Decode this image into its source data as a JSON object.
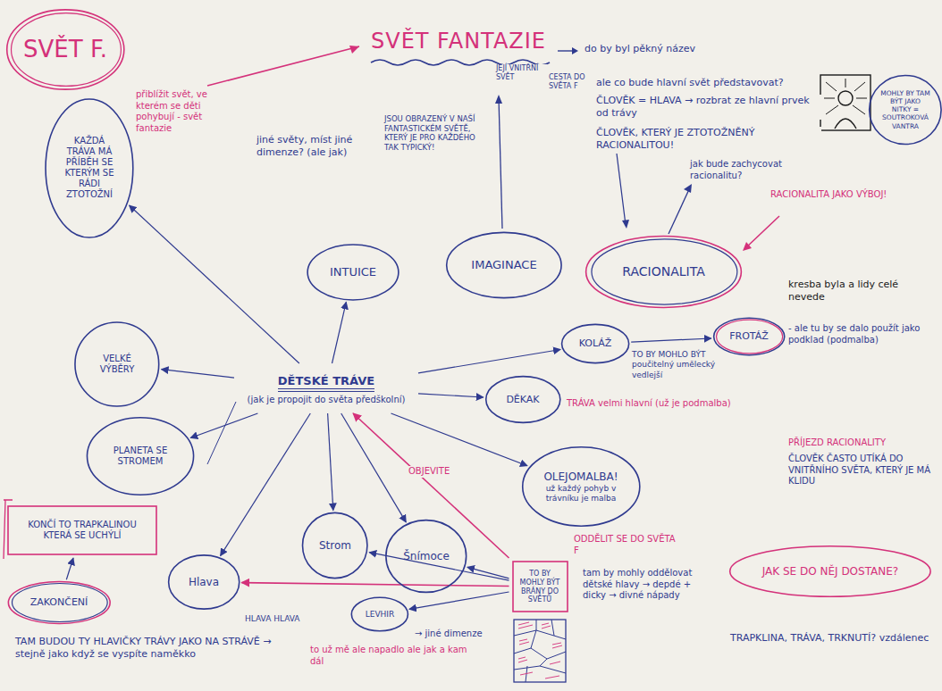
{
  "diagram": {
    "title": "SVĚT FANTAZIE",
    "nodes": [
      {
        "text": [
          "SVĚT F."
        ]
      },
      {
        "text": [
          "KAŽDÁ TRÁVA MÁ PŘÍBĚH SE KTERÝM SE RÁDI ZTOTOŽNÍ"
        ]
      },
      {
        "text": [
          "INTUICE"
        ]
      },
      {
        "text": [
          "IMAGINACE"
        ]
      },
      {
        "text": [
          "RACIONALITA"
        ]
      },
      {
        "text": [
          "VELKÉ VÝBĚRY"
        ]
      },
      {
        "text": [
          "PLANETA SE STROMEM"
        ]
      },
      {
        "text": [
          "DĚTSKÉ TRÁVE",
          "(jak je propojit do světa předškolní)"
        ]
      },
      {
        "text": [
          "KOLÁŽ"
        ]
      },
      {
        "text": [
          "FROTÁŽ"
        ]
      },
      {
        "text": [
          "DĚKAK"
        ]
      },
      {
        "text": [
          "OLEJOMALBA!",
          "už každý pohyb v trávníku je malba"
        ]
      },
      {
        "text": [
          "Hlava"
        ]
      },
      {
        "text": [
          "Strom"
        ]
      },
      {
        "text": [
          "Šnímoce"
        ]
      },
      {
        "text": [
          "LEVHIR"
        ]
      },
      {
        "text": [
          "ZAKONČENÍ"
        ]
      },
      {
        "text": [
          "KONČÍ TO TRAPKALINOU KTERÁ SE UCHÝLÍ"
        ]
      },
      {
        "text": [
          "TO BY MOHLY BÝT BRÁNY DO SVĚTŮ"
        ]
      },
      {
        "text": [
          "JAK SE DO NĚJ DOSTANE?"
        ]
      },
      {
        "text": [
          "MOHLY BY TAM BÝT JAKO NITKY = SOUTROKOVÁ VANTRA"
        ]
      }
    ],
    "edges": [
      {
        "from": 7,
        "to": 1,
        "arrow": "to"
      },
      {
        "from": 7,
        "to": 5,
        "arrow": "to"
      },
      {
        "from": 7,
        "to": 6,
        "arrow": "to"
      },
      {
        "from": 7,
        "to": 2,
        "arrow": "to"
      },
      {
        "from": 7,
        "to": 8,
        "arrow": "to"
      },
      {
        "from": 7,
        "to": 10,
        "arrow": "to"
      },
      {
        "from": 7,
        "to": 11,
        "arrow": "to"
      },
      {
        "from": 7,
        "to": 12,
        "arrow": "to"
      },
      {
        "from": 7,
        "to": 13,
        "arrow": "to"
      },
      {
        "from": 7,
        "to": 14,
        "arrow": "to"
      },
      {
        "from": 16,
        "to": 17,
        "arrow": "to"
      },
      {
        "from": 8,
        "to": 9,
        "arrow": "to"
      },
      {
        "from": 18,
        "to": 12,
        "arrow": "to"
      },
      {
        "from": 18,
        "to": 13,
        "arrow": "to"
      },
      {
        "from": 18,
        "to": 14,
        "arrow": "to"
      },
      {
        "from": 18,
        "to": 7,
        "arrow": "to"
      },
      {
        "from": 18,
        "to": 15,
        "arrow": "to"
      }
    ],
    "labels": [
      "přiblížit svět, ve kterém se děti pohybují - svět fantazie",
      "do by byl pěkný název",
      "jiné světy, míst jiné dimenze? (ale jak)",
      "JSOU OBRAZENÝ V NAŠÍ FANTASTICKÉM SVĚTĚ, KTERÝ JE PRO KAŽDÉHO TAK TYPICKÝ!",
      "JEJÍ VNITŘNÍ SVĚT",
      "CESTA DO SVĚTA F",
      "ale co bude hlavní svět představovat?",
      "ČLOVĚK = HLAVA → rozbrat ze hlavní prvek od trávy",
      "ČLOVĚK, KTERÝ JE ZTOTOŽNĚNÝ RACIONALITOU!",
      "jak bude zachycovat racionalitu?",
      "RACIONALITA JAKO VÝBOJ!",
      "kresba byla a lidy celé nevede",
      "TO BY MOHLO BÝT poučitelný umělecký vedlejší",
      "- ale tu by se dalo použít jako podklad (podmalba)",
      "TRÁVA velmi hlavní (už je podmalba)",
      "OBJEVITE",
      "PŘÍJEZD RACIONALITY",
      "ČLOVĚK ČASTO UTÍKÁ DO VNITŘNÍHO SVĚTA, KTERÝ JE MÁ KLIDU",
      "ODDĚLIT SE DO SVĚTA F",
      "tam by mohly oddělovat dětské hlavy → depdé + dicky → divné nápady",
      "TRAPKLINA, TRÁVA, TRKNUTÍ? vzdálenec",
      "TAM BUDOU TY HLAVIČKY TRÁVY JAKO NA STRÁVĚ → stejně jako když se vyspíte naměkko",
      "HLAVA HLAVA",
      "→ jiné dimenze",
      "to už mě ale napadlo ale jak a kam dál"
    ]
  }
}
